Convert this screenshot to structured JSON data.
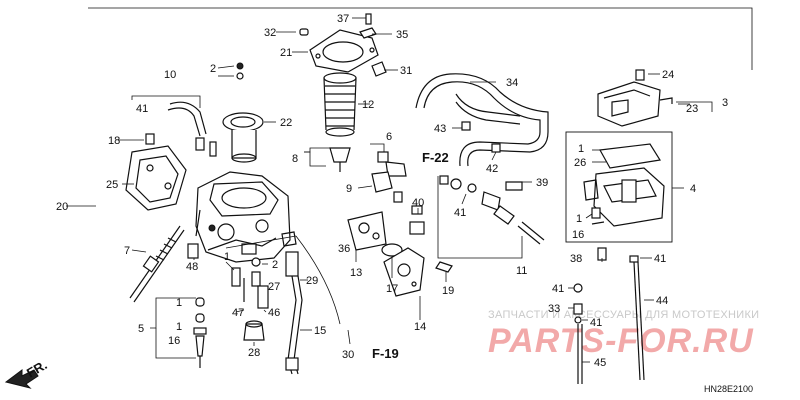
{
  "callouts": {
    "c1a": "1",
    "c1b": "1",
    "c1c": "1",
    "c1d": "1",
    "c1e": "1",
    "c2a": "2",
    "c2b": "2",
    "c3": "3",
    "c4": "4",
    "c5": "5",
    "c6": "6",
    "c7": "7",
    "c8": "8",
    "c9": "9",
    "c10": "10",
    "c11": "11",
    "c12": "12",
    "c13": "13",
    "c14": "14",
    "c15": "15",
    "c16a": "16",
    "c16b": "16",
    "c17": "17",
    "c18": "18",
    "c19": "19",
    "c20": "20",
    "c21": "21",
    "c22": "22",
    "c23": "23",
    "c24": "24",
    "c25": "25",
    "c26": "26",
    "c27": "27",
    "c28": "28",
    "c29": "29",
    "c30": "30",
    "c31": "31",
    "c32": "32",
    "c33": "33",
    "c34": "34",
    "c35": "35",
    "c36": "36",
    "c37": "37",
    "c38": "38",
    "c39": "39",
    "c40": "40",
    "c41a": "41",
    "c41b": "41",
    "c41c": "41",
    "c41d": "41",
    "c41e": "41",
    "c42": "42",
    "c43": "43",
    "c44": "44",
    "c45": "45",
    "c46": "46",
    "c47": "47",
    "c48": "48"
  },
  "refs": {
    "f22": "F-22",
    "f19": "F-19",
    "fr": "FR."
  },
  "watermark": {
    "subtitle": "ЗАПЧАСТИ И АКСЕССУАРЫ ДЛЯ МОТОТЕХНИКИ",
    "brand": "PARTS-FOR.RU"
  },
  "diagram_code": "HN28E2100"
}
